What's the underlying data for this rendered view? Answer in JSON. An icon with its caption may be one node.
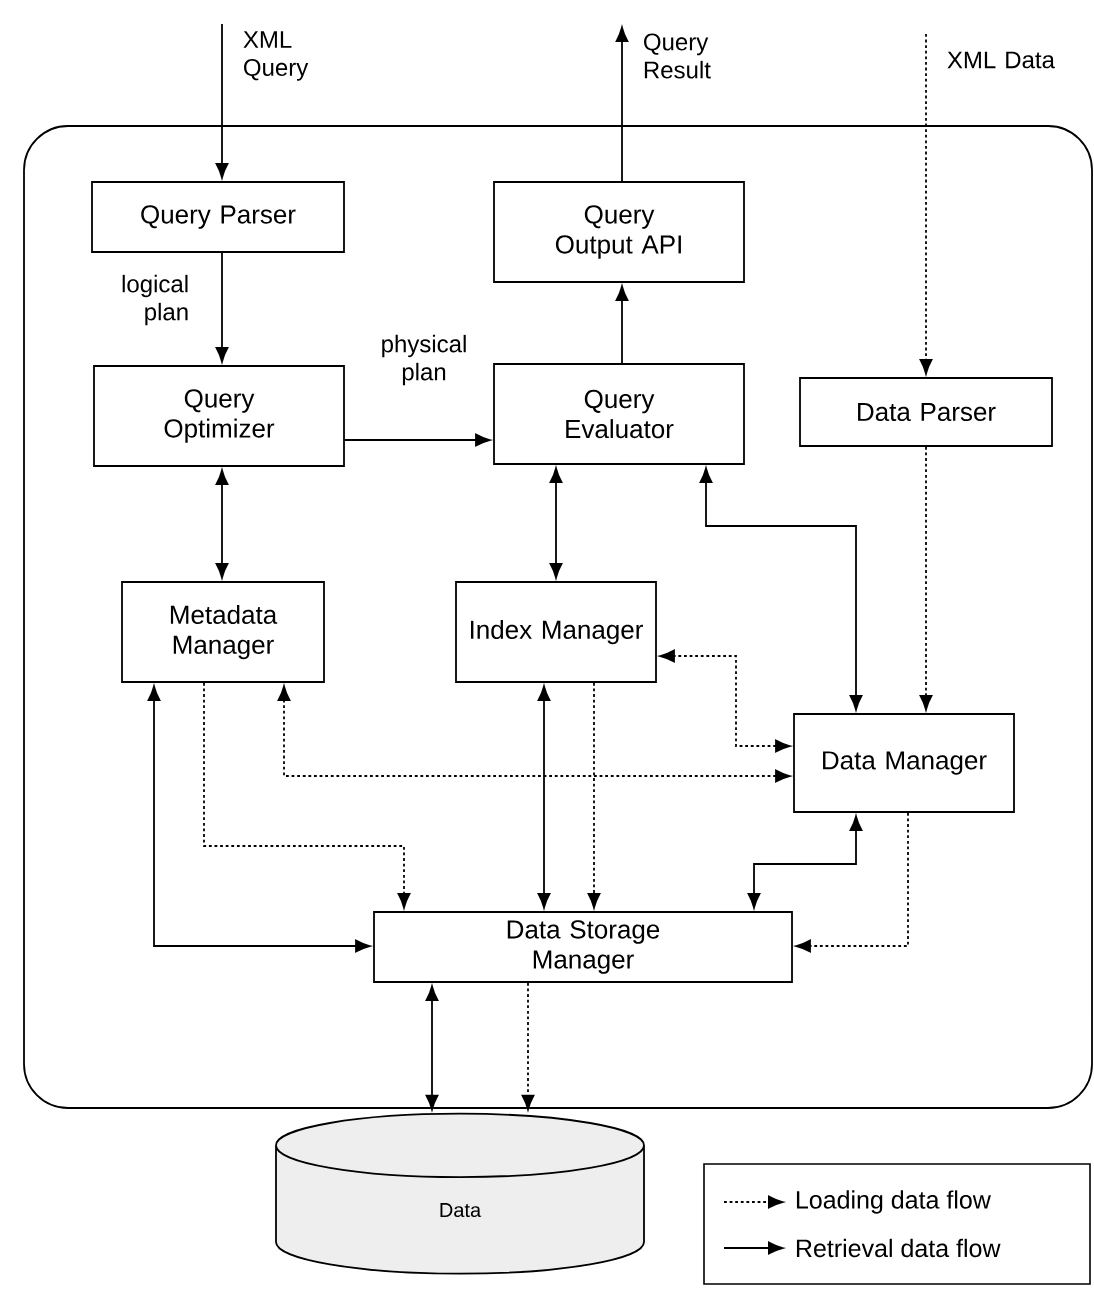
{
  "diagram": {
    "nodes": [
      {
        "text": [],
        "shape": "box"
      },
      {
        "text": [
          "Query Parser"
        ],
        "in": 0
      },
      {
        "text": [
          "Query Output API"
        ],
        "in": 0
      },
      {
        "text": [
          "Query Optimizer"
        ],
        "in": 0
      },
      {
        "text": [
          "Query Evaluator"
        ],
        "in": 0
      },
      {
        "text": [
          "Data Parser"
        ],
        "in": 0
      },
      {
        "text": [
          "Metadata Manager"
        ],
        "in": 0
      },
      {
        "text": [
          "Index Manager"
        ],
        "in": 0
      },
      {
        "text": [
          "Data Manager"
        ],
        "in": 0
      },
      {
        "text": [
          "Data Storage Manager"
        ],
        "in": 0
      },
      {
        "text": [
          "Data"
        ]
      }
    ],
    "edges": [
      {
        "from": null,
        "to": 1,
        "arrow": "to",
        "label": "XML Query"
      },
      {
        "from": 2,
        "to": null,
        "arrow": "to",
        "label": "Query Result"
      },
      {
        "from": null,
        "to": 5,
        "arrow": "to",
        "style": "dashed",
        "label": "XML Data"
      },
      {
        "from": 1,
        "to": 3,
        "arrow": "to",
        "label": "logical plan"
      },
      {
        "from": 3,
        "to": 4,
        "arrow": "to",
        "label": "physical plan"
      },
      {
        "from": 4,
        "to": 2,
        "arrow": "to"
      },
      {
        "from": 3,
        "to": 6,
        "arrow": "both"
      },
      {
        "from": 4,
        "to": 7,
        "arrow": "both"
      },
      {
        "from": 4,
        "to": 8,
        "arrow": "both"
      },
      {
        "from": 5,
        "to": 8,
        "arrow": "to",
        "style": "dashed"
      },
      {
        "from": 8,
        "to": 7,
        "arrow": "both",
        "style": "dashed"
      },
      {
        "from": 8,
        "to": 6,
        "arrow": "both",
        "style": "dashed"
      },
      {
        "from": 6,
        "to": 9,
        "arrow": "to",
        "style": "dashed"
      },
      {
        "from": 6,
        "to": 9,
        "arrow": "both"
      },
      {
        "from": 7,
        "to": 9,
        "arrow": "both"
      },
      {
        "from": 7,
        "to": 9,
        "arrow": "to",
        "style": "dashed"
      },
      {
        "from": 8,
        "to": 9,
        "arrow": "both"
      },
      {
        "from": 8,
        "to": 9,
        "arrow": "to",
        "style": "dashed"
      },
      {
        "from": 9,
        "to": 10,
        "arrow": "both"
      },
      {
        "from": 9,
        "to": 10,
        "arrow": "to",
        "style": "dashed"
      }
    ],
    "legend": [
      {
        "text": "Loading data flow"
      },
      {
        "text": "Retrieval data flow"
      }
    ]
  }
}
